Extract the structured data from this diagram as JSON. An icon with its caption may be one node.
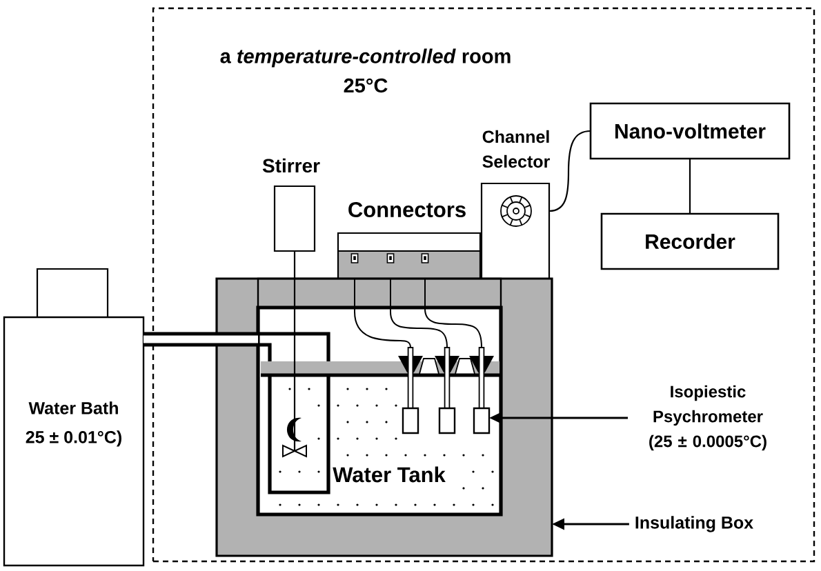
{
  "diagram": {
    "nodes": [
      {
        "text": [
          "a *temperature-controlled* room",
          "25°C"
        ]
      },
      {
        "text": [
          "Nano-voltmeter"
        ],
        "in": 0
      },
      {
        "text": [
          "Channel Selector"
        ],
        "in": 0
      },
      {
        "text": [
          "Stirrer"
        ],
        "in": 0
      },
      {
        "text": [
          "Connectors"
        ],
        "in": 0
      },
      {
        "text": [
          "Recorder"
        ],
        "in": 0
      },
      {
        "text": [
          "Water Bath",
          "25 ± 0.01°C)"
        ]
      },
      {
        "text": [],
        "shape": "box",
        "in": 0
      },
      {
        "text": [
          "Water Tank"
        ],
        "in": 7
      },
      {
        "text": [],
        "shape": "picture",
        "in": 8
      },
      {
        "text": [],
        "shape": "box",
        "in": 8
      },
      {
        "text": [],
        "shape": "box",
        "in": 8
      },
      {
        "text": [],
        "shape": "box",
        "in": 8
      },
      {
        "text": [
          "Isopiestic Psychrometer",
          "(25 ± 0.0005°C)"
        ],
        "in": 0
      },
      {
        "text": [
          "Insulating Box"
        ],
        "in": 0
      }
    ],
    "edges": [
      {
        "from": 2,
        "to": 1,
        "arrow": "none"
      },
      {
        "from": 1,
        "to": 5,
        "arrow": "none"
      },
      {
        "from": 3,
        "to": 9,
        "arrow": "none"
      },
      {
        "from": 4,
        "to": 10,
        "arrow": "none"
      },
      {
        "from": 4,
        "to": 11,
        "arrow": "none"
      },
      {
        "from": 4,
        "to": 12,
        "arrow": "none"
      },
      {
        "from": 13,
        "to": 12,
        "arrow": "to"
      },
      {
        "from": 14,
        "to": 7,
        "arrow": "to"
      }
    ]
  }
}
